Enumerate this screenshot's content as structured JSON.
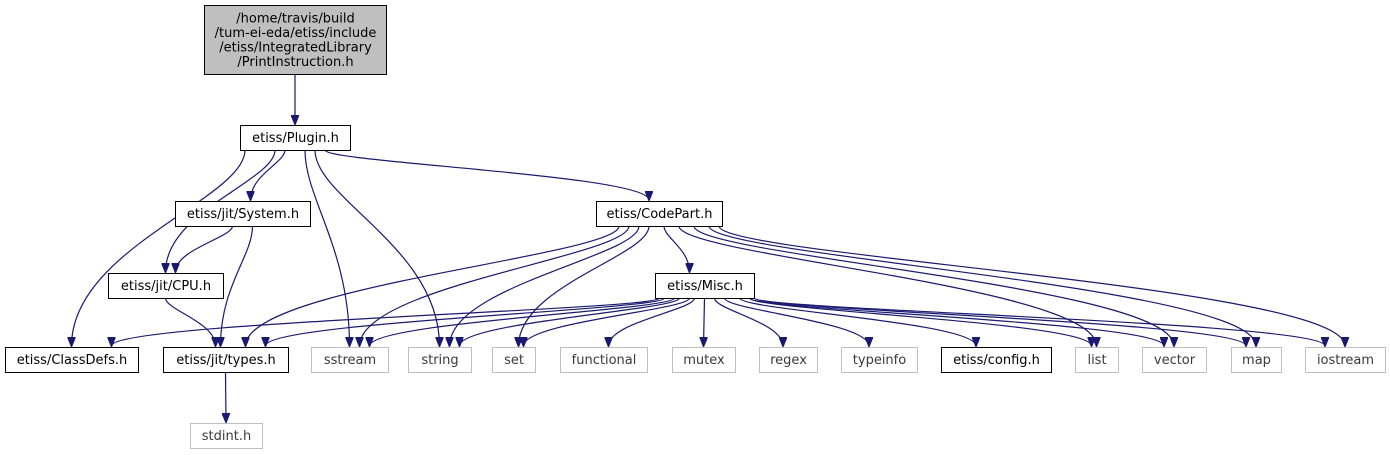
{
  "diagram": {
    "colors": {
      "edge": "#191970",
      "root_fill": "#bfbfbf",
      "node_border": "#000000",
      "external_border": "#bfbfbf"
    },
    "nodes": [
      {
        "id": "root",
        "lines": [
          "/home/travis/build",
          "/tum-ei-eda/etiss/include",
          "/etiss/IntegratedLibrary",
          "/PrintInstruction.h"
        ],
        "style": "root"
      },
      {
        "id": "plugin",
        "lines": [
          "etiss/Plugin.h"
        ],
        "style": "normal"
      },
      {
        "id": "system",
        "lines": [
          "etiss/jit/System.h"
        ],
        "style": "normal"
      },
      {
        "id": "codepart",
        "lines": [
          "etiss/CodePart.h"
        ],
        "style": "normal"
      },
      {
        "id": "cpu",
        "lines": [
          "etiss/jit/CPU.h"
        ],
        "style": "normal"
      },
      {
        "id": "misc",
        "lines": [
          "etiss/Misc.h"
        ],
        "style": "normal"
      },
      {
        "id": "classdefs",
        "lines": [
          "etiss/ClassDefs.h"
        ],
        "style": "normal"
      },
      {
        "id": "types",
        "lines": [
          "etiss/jit/types.h"
        ],
        "style": "normal"
      },
      {
        "id": "sstream",
        "lines": [
          "sstream"
        ],
        "style": "external"
      },
      {
        "id": "string",
        "lines": [
          "string"
        ],
        "style": "external"
      },
      {
        "id": "set",
        "lines": [
          "set"
        ],
        "style": "external"
      },
      {
        "id": "functional",
        "lines": [
          "functional"
        ],
        "style": "external"
      },
      {
        "id": "mutex",
        "lines": [
          "mutex"
        ],
        "style": "external"
      },
      {
        "id": "regex",
        "lines": [
          "regex"
        ],
        "style": "external"
      },
      {
        "id": "typeinfo",
        "lines": [
          "typeinfo"
        ],
        "style": "external"
      },
      {
        "id": "config",
        "lines": [
          "etiss/config.h"
        ],
        "style": "normal"
      },
      {
        "id": "list",
        "lines": [
          "list"
        ],
        "style": "external"
      },
      {
        "id": "vector",
        "lines": [
          "vector"
        ],
        "style": "external"
      },
      {
        "id": "map",
        "lines": [
          "map"
        ],
        "style": "external"
      },
      {
        "id": "iostream",
        "lines": [
          "iostream"
        ],
        "style": "external"
      },
      {
        "id": "stdint",
        "lines": [
          "stdint.h"
        ],
        "style": "external"
      }
    ],
    "edges": [
      [
        "root",
        "plugin"
      ],
      [
        "plugin",
        "system"
      ],
      [
        "plugin",
        "codepart"
      ],
      [
        "plugin",
        "cpu"
      ],
      [
        "plugin",
        "classdefs"
      ],
      [
        "plugin",
        "sstream"
      ],
      [
        "plugin",
        "string"
      ],
      [
        "system",
        "cpu"
      ],
      [
        "system",
        "types"
      ],
      [
        "cpu",
        "types"
      ],
      [
        "codepart",
        "misc"
      ],
      [
        "codepart",
        "types"
      ],
      [
        "codepart",
        "sstream"
      ],
      [
        "codepart",
        "string"
      ],
      [
        "codepart",
        "set"
      ],
      [
        "codepart",
        "list"
      ],
      [
        "codepart",
        "vector"
      ],
      [
        "codepart",
        "map"
      ],
      [
        "codepart",
        "iostream"
      ],
      [
        "misc",
        "classdefs"
      ],
      [
        "misc",
        "types"
      ],
      [
        "misc",
        "sstream"
      ],
      [
        "misc",
        "string"
      ],
      [
        "misc",
        "set"
      ],
      [
        "misc",
        "functional"
      ],
      [
        "misc",
        "mutex"
      ],
      [
        "misc",
        "regex"
      ],
      [
        "misc",
        "typeinfo"
      ],
      [
        "misc",
        "config"
      ],
      [
        "misc",
        "list"
      ],
      [
        "misc",
        "vector"
      ],
      [
        "misc",
        "map"
      ],
      [
        "misc",
        "iostream"
      ],
      [
        "types",
        "stdint"
      ]
    ]
  }
}
